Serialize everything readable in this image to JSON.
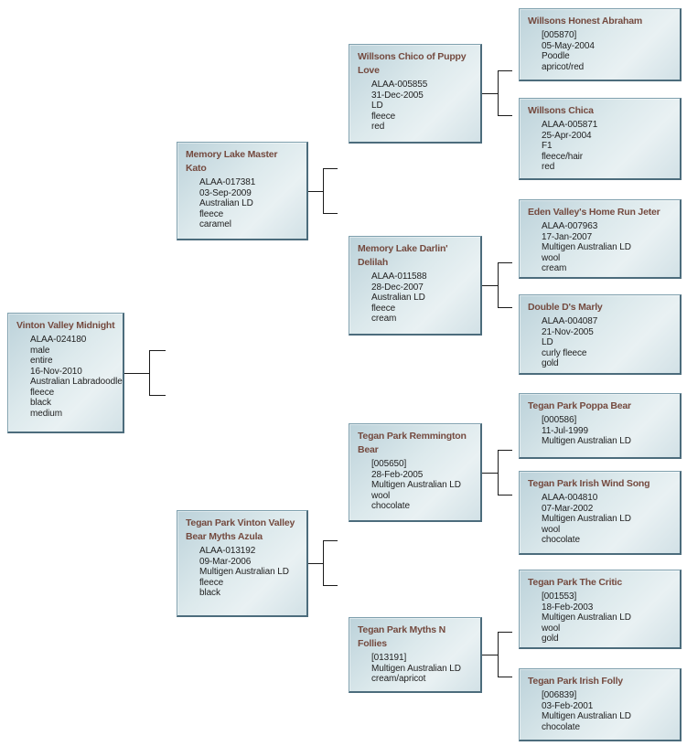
{
  "colors": {
    "box_border_light": "#7fa0ae",
    "box_border_dark": "#4c6c7c",
    "box_gradient_start": "#bcd2da",
    "box_gradient_end": "#e9f1f3",
    "title_text": "#744a3f",
    "detail_text": "#1f1f1f",
    "connector_line": "#1a1a1a"
  },
  "pedigree": {
    "name": "Vinton Valley Midnight",
    "details": [
      "ALAA-024180",
      "male",
      "entire",
      "16-Nov-2010",
      "Australian Labradoodle",
      "fleece",
      "black",
      "medium"
    ],
    "sire": {
      "name": "Memory Lake Master Kato",
      "details": [
        "ALAA-017381",
        "03-Sep-2009",
        "Australian LD",
        "fleece",
        "caramel"
      ],
      "sire": {
        "name": "Willsons Chico of Puppy Love",
        "details": [
          "ALAA-005855",
          "31-Dec-2005",
          "LD",
          "fleece",
          "red"
        ],
        "sire": {
          "name": "Willsons Honest Abraham",
          "details": [
            "[005870]",
            "05-May-2004",
            "Poodle",
            "apricot/red"
          ]
        },
        "dam": {
          "name": "Willsons Chica",
          "details": [
            "ALAA-005871",
            "25-Apr-2004",
            "F1",
            "fleece/hair",
            "red"
          ]
        }
      },
      "dam": {
        "name": "Memory Lake Darlin' Delilah",
        "details": [
          "ALAA-011588",
          "28-Dec-2007",
          "Australian LD",
          "fleece",
          "cream"
        ],
        "sire": {
          "name": "Eden Valley's Home Run Jeter",
          "details": [
            "ALAA-007963",
            "17-Jan-2007",
            "Multigen Australian LD",
            "wool",
            "cream"
          ]
        },
        "dam": {
          "name": "Double D's Marly",
          "details": [
            "ALAA-004087",
            "21-Nov-2005",
            "LD",
            "curly fleece",
            "gold"
          ]
        }
      }
    },
    "dam": {
      "name": "Tegan Park Vinton Valley Bear Myths Azula",
      "details": [
        "ALAA-013192",
        "09-Mar-2006",
        "Multigen Australian LD",
        "fleece",
        "black"
      ],
      "sire": {
        "name": "Tegan Park Remmington Bear",
        "details": [
          "[005650]",
          "28-Feb-2005",
          "Multigen Australian LD",
          "wool",
          "chocolate"
        ],
        "sire": {
          "name": "Tegan Park Poppa Bear",
          "details": [
            "[000586]",
            "11-Jul-1999",
            "Multigen Australian LD"
          ]
        },
        "dam": {
          "name": "Tegan Park Irish Wind Song",
          "details": [
            "ALAA-004810",
            "07-Mar-2002",
            "Multigen Australian LD",
            "wool",
            "chocolate"
          ]
        }
      },
      "dam": {
        "name": "Tegan Park Myths N Follies",
        "details": [
          "[013191]",
          "Multigen Australian LD",
          "cream/apricot"
        ],
        "sire": {
          "name": "Tegan Park The Critic",
          "details": [
            "[001553]",
            "18-Feb-2003",
            "Multigen Australian LD",
            "wool",
            "gold"
          ]
        },
        "dam": {
          "name": "Tegan Park Irish Folly",
          "details": [
            "[006839]",
            "03-Feb-2001",
            "Multigen Australian LD",
            "chocolate"
          ]
        }
      }
    }
  }
}
